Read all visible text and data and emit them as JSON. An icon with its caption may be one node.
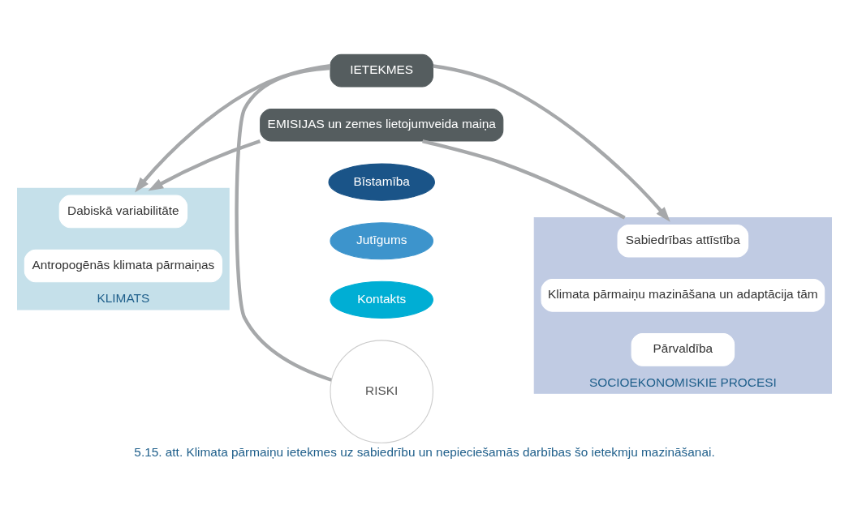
{
  "diagram": {
    "caption": "5.15. att. Klimata pārmaiņu ietekmes uz sabiedrību un nepieciešamās darbības šo ietekmju mazināšanai.",
    "nodes": [
      {
        "text": [
          "KLIMATS"
        ]
      },
      {
        "text": [
          "Dabiskā variabilitāte"
        ],
        "in": 0
      },
      {
        "text": [
          "Antropogēnās klimata pārmaiņas"
        ],
        "in": 0
      },
      {
        "text": [
          "SOCIOEKONOMISKIE PROCESI"
        ]
      },
      {
        "text": [
          "Sabiedrības attīstība"
        ],
        "in": 3
      },
      {
        "text": [
          "Klimata pārmaiņu mazināšana un adaptācija tām"
        ],
        "in": 3
      },
      {
        "text": [
          "Pārvaldība"
        ],
        "in": 3
      },
      {
        "text": [
          "IETEKMES"
        ]
      },
      {
        "text": [
          "EMISIJAS un zemes lietojumveida maiņa"
        ]
      },
      {
        "text": [
          "Bīstamība"
        ]
      },
      {
        "text": [
          "Jutīgums"
        ]
      },
      {
        "text": [
          "Kontakts"
        ]
      },
      {
        "text": [
          "RISKI"
        ]
      }
    ],
    "edges": [
      {
        "from": 7,
        "to": 0,
        "arrow": "to"
      },
      {
        "from": 7,
        "to": 3,
        "arrow": "to"
      },
      {
        "from": 7,
        "to": 12,
        "arrow": "none"
      },
      {
        "from": 3,
        "to": 8,
        "arrow": "none"
      },
      {
        "from": 8,
        "to": 0,
        "arrow": "to"
      }
    ]
  }
}
